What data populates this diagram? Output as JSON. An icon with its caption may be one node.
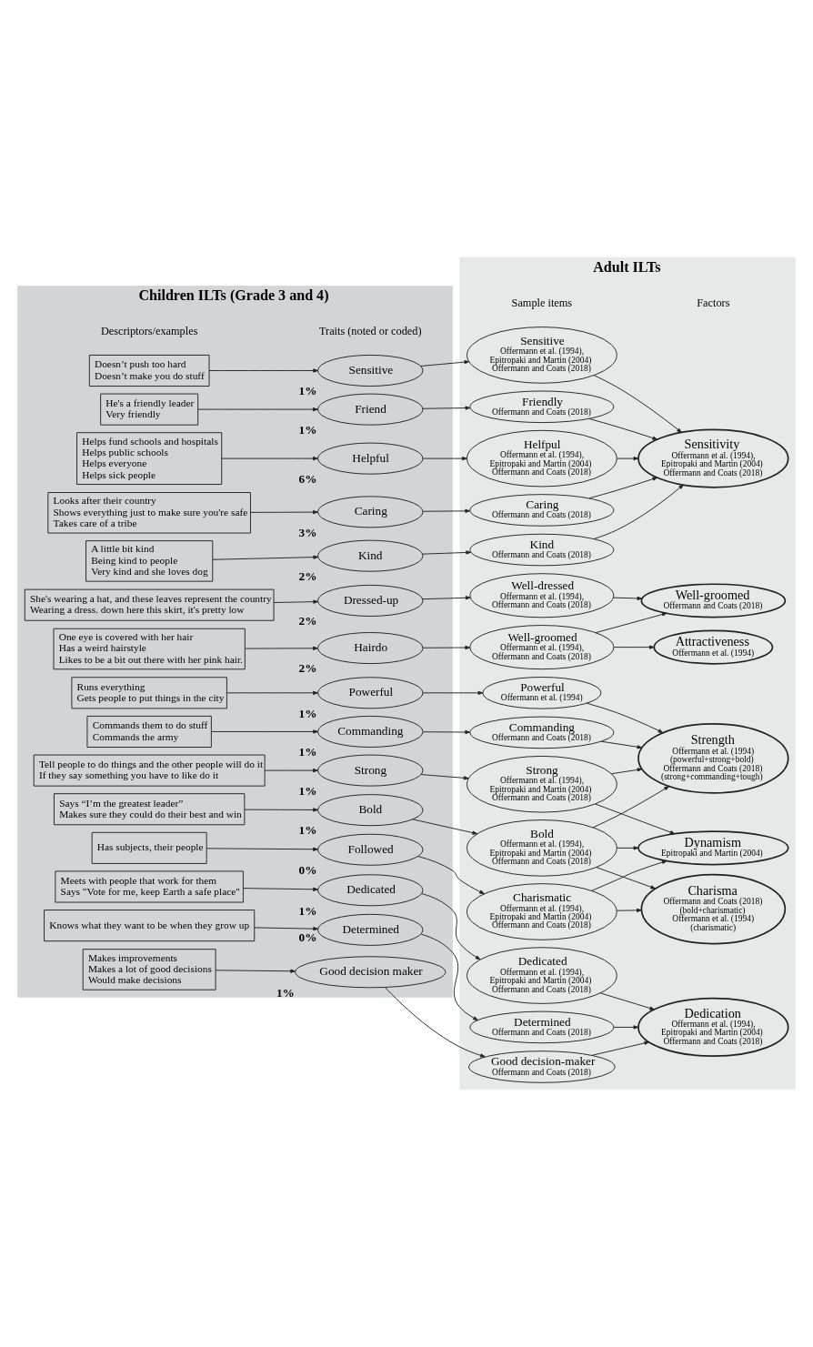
{
  "diagram": {
    "nodes": [
      {
        "text": [
          "Children ILTs (Grade 3 and 4)"
        ]
      },
      {
        "text": [
          "Adult ILTs"
        ]
      },
      {
        "text": [
          "Helps fund schools and hospitals",
          "Helps public schools",
          "Helps everyone",
          "Helps sick people"
        ],
        "in": 0
      },
      {
        "text": [
          "Looks after their country",
          "Shows everything just to make sure you're safe",
          "Takes care of a tribe"
        ],
        "in": 0
      },
      {
        "text": [
          "A little bit kind",
          "Being kind to people",
          "Very kind and she loves dog"
        ],
        "in": 0
      },
      {
        "text": [
          "Doesn’t push too hard",
          "Doesn’t make you do stuff"
        ],
        "in": 0
      },
      {
        "text": [
          "He's a friendly leader",
          "Very friendly"
        ],
        "in": 0
      },
      {
        "text": [
          "She's wearing a hat, and these leaves represent the country",
          "Wearing a dress. down here this skirt, it's pretty low"
        ],
        "in": 0
      },
      {
        "text": [
          "One eye is covered with her hair",
          "Has a weird hairstyle",
          "Likes to be a bit out there with her pink hair."
        ],
        "in": 0
      },
      {
        "text": [
          "Runs everything",
          "Gets people to put things in the city"
        ],
        "in": 0
      },
      {
        "text": [
          "Commands them to do stuff",
          "Commands the army"
        ],
        "in": 0
      },
      {
        "text": [
          "Tell people to do things and the other people will do it",
          "If they say something you have to like do it"
        ],
        "in": 0
      },
      {
        "text": [
          "Says “I’m the greatest leader”",
          "Makes sure they could do their best and win"
        ],
        "in": 0
      },
      {
        "text": [
          "Has subjects, their people"
        ],
        "in": 0
      },
      {
        "text": [
          "Makes improvements",
          "Makes a lot of good decisions",
          "Would make decisions"
        ],
        "in": 0
      },
      {
        "text": [
          "Meets with people that work for them",
          "Says \"Vote for me, keep Earth a safe place\""
        ],
        "in": 0
      },
      {
        "text": [
          "Knows what they want to be when they grow up"
        ],
        "in": 0
      },
      {
        "text": [
          "Helpful"
        ],
        "beside": [
          "6%"
        ],
        "in": 0
      },
      {
        "text": [
          "Caring"
        ],
        "beside": [
          "3%"
        ],
        "in": 0
      },
      {
        "text": [
          "Kind"
        ],
        "beside": [
          "2%"
        ],
        "in": 0
      },
      {
        "text": [
          "Sensitive"
        ],
        "beside": [
          "1%"
        ],
        "in": 0
      },
      {
        "text": [
          "Friend"
        ],
        "beside": [
          "1%"
        ],
        "in": 0
      },
      {
        "text": [
          "Dressed-up"
        ],
        "beside": [
          "2%"
        ],
        "in": 0
      },
      {
        "text": [
          "Hairdo"
        ],
        "beside": [
          "2%"
        ],
        "in": 0
      },
      {
        "text": [
          "Powerful"
        ],
        "beside": [
          "1%"
        ],
        "in": 0
      },
      {
        "text": [
          "Commanding"
        ],
        "beside": [
          "1%"
        ],
        "in": 0
      },
      {
        "text": [
          "Strong"
        ],
        "beside": [
          "1%"
        ],
        "in": 0
      },
      {
        "text": [
          "Bold"
        ],
        "beside": [
          "1%"
        ],
        "in": 0
      },
      {
        "text": [
          "Followed"
        ],
        "beside": [
          "0%"
        ],
        "in": 0
      },
      {
        "text": [
          "Good decision maker"
        ],
        "beside": [
          "1%"
        ],
        "in": 0
      },
      {
        "text": [
          "Dedicated"
        ],
        "beside": [
          "1%"
        ],
        "in": 0
      },
      {
        "text": [
          "Determined"
        ],
        "beside": [
          "0%"
        ],
        "in": 0
      },
      {
        "text": [
          "Helfpul",
          "Offermann et al. (1994),",
          "Epitropaki and Martin (2004)",
          "Offermann and Coats (2018)"
        ],
        "in": 1
      },
      {
        "text": [
          "Caring",
          "Offermann and Coats (2018)"
        ],
        "in": 1
      },
      {
        "text": [
          "Kind",
          "Offermann and Coats (2018)"
        ],
        "in": 1
      },
      {
        "text": [
          "Sensitive",
          "Offermann et al. (1994),",
          "Epitropaki and Martin (2004)",
          "Offermann and Coats (2018)"
        ],
        "in": 1
      },
      {
        "text": [
          "Friendly",
          "Offermann and Coats (2018)"
        ],
        "in": 1
      },
      {
        "text": [
          "Well-dressed",
          "Offermann et al. (1994),",
          "Offermann and Coats (2018)"
        ],
        "in": 1
      },
      {
        "text": [
          "Well-groomed",
          "Offermann et al. (1994),",
          "Offermann and Coats (2018)"
        ],
        "in": 1
      },
      {
        "text": [
          "Powerful",
          "Offermann et al. (1994)"
        ],
        "in": 1
      },
      {
        "text": [
          "Commanding",
          "Offermann and Coats (2018)"
        ],
        "in": 1
      },
      {
        "text": [
          "Strong",
          "Offermann et al. (1994),",
          "Epitropaki and Martin (2004)",
          "Offermann and Coats (2018)"
        ],
        "in": 1
      },
      {
        "text": [
          "Bold",
          "Offermann et al. (1994),",
          "Epitropaki and Martin (2004)",
          "Offermann and Coats (2018)"
        ],
        "in": 1
      },
      {
        "text": [
          "Charismatic",
          "Offermann et al. (1994),",
          "Epitropaki and Martin (2004)",
          "Offermann and Coats (2018)"
        ],
        "in": 1
      },
      {
        "text": [
          "Good decision-maker",
          "Offermann and Coats (2018)"
        ],
        "in": 1
      },
      {
        "text": [
          "Dedicated",
          "Offermann et al. (1994),",
          "Epitropaki and Martin (2004)",
          "Offermann and Coats (2018)"
        ],
        "in": 1
      },
      {
        "text": [
          "Determined",
          "Offermann and Coats (2018)"
        ],
        "in": 1
      },
      {
        "text": [
          "Sensitivity",
          "Offermann et al. (1994),",
          "Epitropaki and Martin (2004)",
          "Offermann and Coats (2018)"
        ],
        "in": 1
      },
      {
        "text": [
          "Well-groomed",
          "Offermann and Coats (2018)"
        ],
        "in": 1
      },
      {
        "text": [
          "Attractiveness",
          "Offermann et al. (1994)"
        ],
        "in": 1
      },
      {
        "text": [
          "Strength",
          "Offermann et al. (1994)",
          "(powerful+strong+bold)",
          "Offermann and Coats (2018)",
          "(strong+commanding+tough)"
        ],
        "in": 1
      },
      {
        "text": [
          "Dynamism",
          "Epitropaki and Martin (2004)"
        ],
        "in": 1
      },
      {
        "text": [
          "Charisma",
          "Offermann and Coats (2018)",
          "(bold+charismatic)",
          "Offermann et al. (1994)",
          "(charismatic)"
        ],
        "in": 1
      },
      {
        "text": [
          "Dedication",
          "Offermann et al. (1994),",
          "Epitropaki and Martin (2004)",
          "Offermann and Coats (2018)"
        ],
        "in": 1
      }
    ],
    "edges": [
      {
        "from": 2,
        "to": 17,
        "arrow": "to"
      },
      {
        "from": 17,
        "to": 32,
        "arrow": "to"
      },
      {
        "from": 3,
        "to": 18,
        "arrow": "to"
      },
      {
        "from": 18,
        "to": 33,
        "arrow": "to"
      },
      {
        "from": 4,
        "to": 19,
        "arrow": "to"
      },
      {
        "from": 19,
        "to": 34,
        "arrow": "to"
      },
      {
        "from": 5,
        "to": 20,
        "arrow": "to"
      },
      {
        "from": 20,
        "to": 35,
        "arrow": "to"
      },
      {
        "from": 6,
        "to": 21,
        "arrow": "to"
      },
      {
        "from": 21,
        "to": 36,
        "arrow": "to"
      },
      {
        "from": 7,
        "to": 22,
        "arrow": "to"
      },
      {
        "from": 22,
        "to": 37,
        "arrow": "to"
      },
      {
        "from": 8,
        "to": 23,
        "arrow": "to"
      },
      {
        "from": 23,
        "to": 38,
        "arrow": "to"
      },
      {
        "from": 9,
        "to": 24,
        "arrow": "to"
      },
      {
        "from": 24,
        "to": 39,
        "arrow": "to"
      },
      {
        "from": 10,
        "to": 25,
        "arrow": "to"
      },
      {
        "from": 25,
        "to": 40,
        "arrow": "to"
      },
      {
        "from": 11,
        "to": 26,
        "arrow": "to"
      },
      {
        "from": 26,
        "to": 41,
        "arrow": "to"
      },
      {
        "from": 12,
        "to": 27,
        "arrow": "to"
      },
      {
        "from": 27,
        "to": 42,
        "arrow": "to"
      },
      {
        "from": 13,
        "to": 28,
        "arrow": "to"
      },
      {
        "from": 28,
        "to": 43,
        "arrow": "to"
      },
      {
        "from": 14,
        "to": 29,
        "arrow": "to"
      },
      {
        "from": 29,
        "to": 44,
        "arrow": "to"
      },
      {
        "from": 15,
        "to": 30,
        "arrow": "to"
      },
      {
        "from": 30,
        "to": 45,
        "arrow": "to"
      },
      {
        "from": 16,
        "to": 31,
        "arrow": "to"
      },
      {
        "from": 31,
        "to": 46,
        "arrow": "to"
      },
      {
        "from": 32,
        "to": 47,
        "arrow": "to"
      },
      {
        "from": 33,
        "to": 47,
        "arrow": "to"
      },
      {
        "from": 34,
        "to": 47,
        "arrow": "to"
      },
      {
        "from": 35,
        "to": 47,
        "arrow": "to"
      },
      {
        "from": 36,
        "to": 47,
        "arrow": "to"
      },
      {
        "from": 37,
        "to": 48,
        "arrow": "to"
      },
      {
        "from": 38,
        "to": 48,
        "arrow": "to"
      },
      {
        "from": 38,
        "to": 49,
        "arrow": "to"
      },
      {
        "from": 39,
        "to": 50,
        "arrow": "to"
      },
      {
        "from": 40,
        "to": 50,
        "arrow": "to"
      },
      {
        "from": 41,
        "to": 50,
        "arrow": "to"
      },
      {
        "from": 41,
        "to": 51,
        "arrow": "to"
      },
      {
        "from": 42,
        "to": 50,
        "arrow": "to"
      },
      {
        "from": 42,
        "to": 51,
        "arrow": "to"
      },
      {
        "from": 42,
        "to": 52,
        "arrow": "to"
      },
      {
        "from": 43,
        "to": 51,
        "arrow": "to"
      },
      {
        "from": 43,
        "to": 52,
        "arrow": "to"
      },
      {
        "from": 44,
        "to": 53,
        "arrow": "to"
      },
      {
        "from": 45,
        "to": 53,
        "arrow": "to"
      },
      {
        "from": 46,
        "to": 53,
        "arrow": "to"
      }
    ],
    "labels": [
      "Descriptors/examples",
      "Traits (noted or coded)",
      "Sample items",
      "Factors"
    ]
  }
}
